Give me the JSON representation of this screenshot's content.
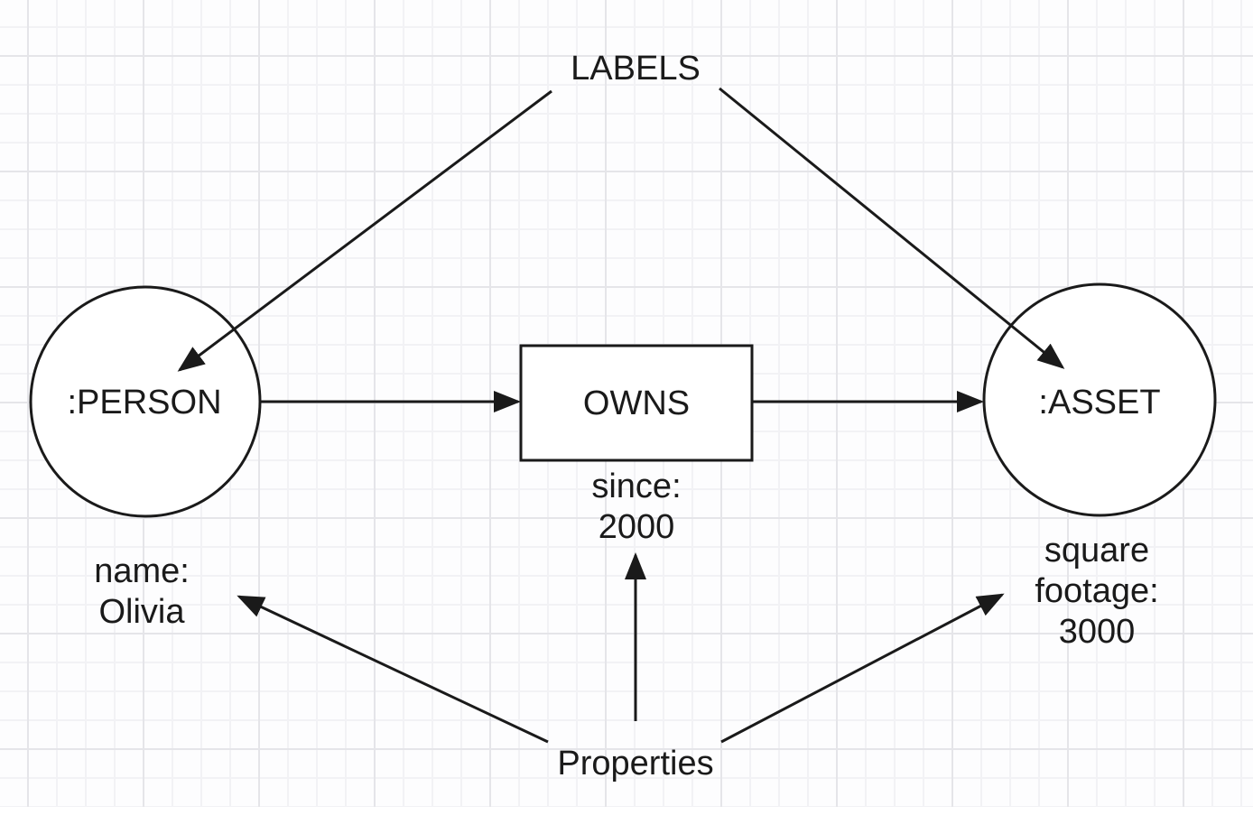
{
  "diagram": {
    "annotations": {
      "labels_caption": "LABELS",
      "properties_caption": "Properties"
    },
    "nodes": {
      "person": {
        "label": ":PERSON",
        "shape": "circle",
        "property_lines": [
          "name:",
          "Olivia"
        ]
      },
      "asset": {
        "label": ":ASSET",
        "shape": "circle",
        "property_lines": [
          "square",
          "footage:",
          "3000"
        ]
      }
    },
    "relationship": {
      "label": "OWNS",
      "shape": "rectangle",
      "property_lines": [
        "since:",
        "2000"
      ]
    },
    "colors": {
      "stroke": "#1a1a1a",
      "text": "#1a1a1a",
      "shape_fill": "#ffffff",
      "background": "#fdfdfe",
      "grid_minor": "#f2f2f5",
      "grid_major": "#e5e5e9"
    }
  }
}
